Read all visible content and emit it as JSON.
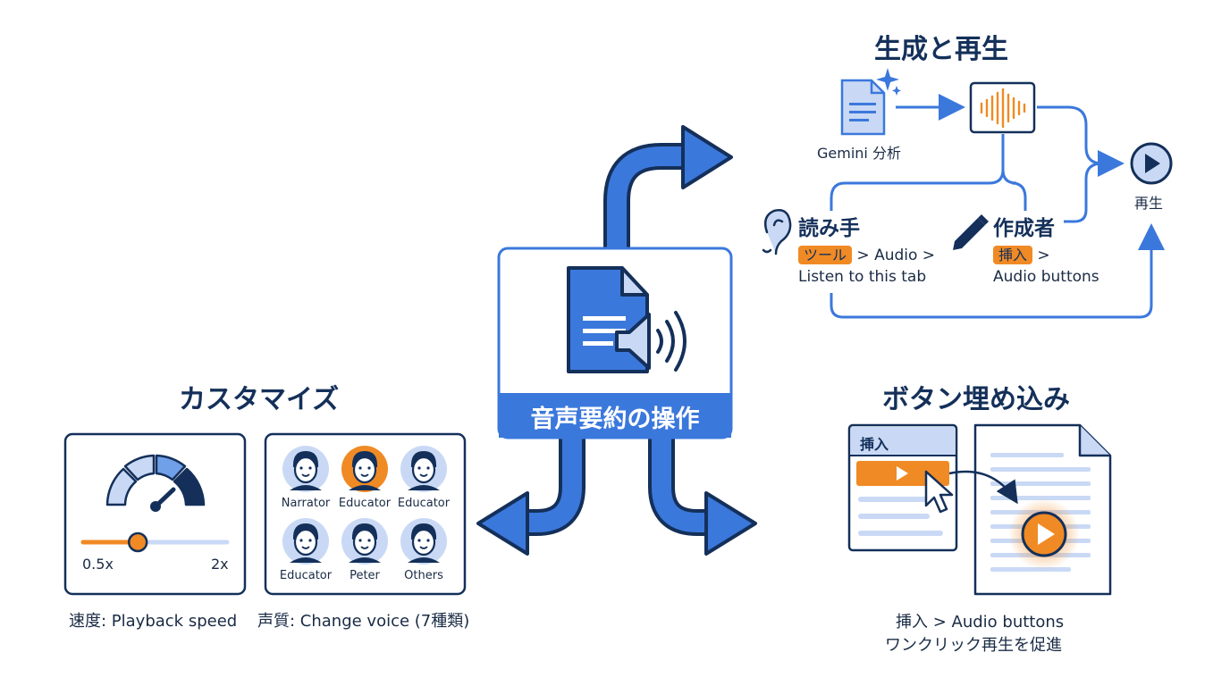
{
  "center": {
    "title": "音声要約の操作"
  },
  "top_right": {
    "title": "生成と再生",
    "gemini_label": "Gemini 分析",
    "play_label": "再生",
    "reader": {
      "title": "読み手",
      "tag": "ツール",
      "path_rest": "> Audio >",
      "line2": "Listen to this tab"
    },
    "creator": {
      "title": "作成者",
      "tag": "挿入",
      "path_rest": ">",
      "line2": "Audio buttons"
    }
  },
  "customize": {
    "title": "カスタマイズ",
    "speed": {
      "min_label": "0.5x",
      "max_label": "2x",
      "caption": "速度: Playback speed",
      "slider_level": 0.38
    },
    "voices": [
      {
        "name": "Narrator",
        "icon": "narrator-avatar-icon"
      },
      {
        "name": "Educator",
        "icon": "educator-female-avatar-icon",
        "selected": true
      },
      {
        "name": "Educator",
        "icon": "educator-male-avatar-icon"
      },
      {
        "name": "Educator",
        "icon": "educator-avatar-icon"
      },
      {
        "name": "Peter",
        "icon": "peter-avatar-icon"
      },
      {
        "name": "Others",
        "icon": "others-avatar-icon"
      }
    ],
    "voice_caption": "声質: Change voice (7種類)"
  },
  "embed": {
    "title": "ボタン埋め込み",
    "panel_header": "挿入",
    "caption_line1": "挿入 > Audio buttons",
    "caption_line2": "ワンクリック再生を促進"
  },
  "colors": {
    "primary": "#3b78dc",
    "navy": "#14305a",
    "accent": "#f08a24",
    "light": "#c9d9f5"
  }
}
